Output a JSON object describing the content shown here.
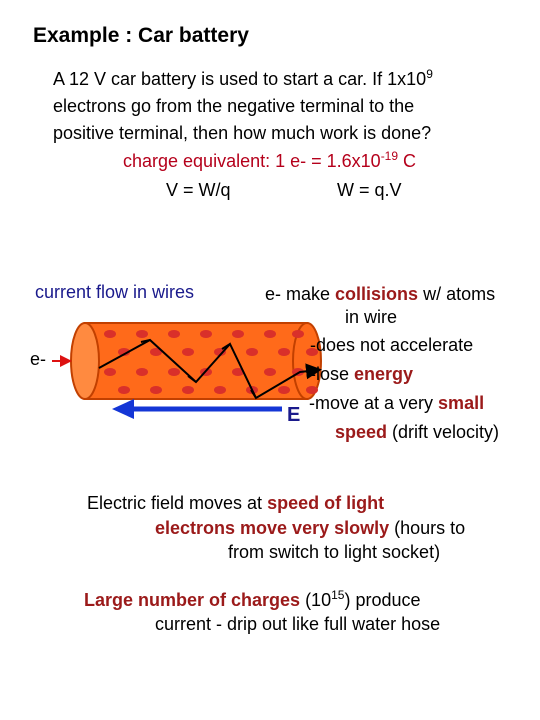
{
  "title": "Example : Car battery",
  "problem": {
    "line1_pre": "A 12 V car battery is used to start a car. If 1x10",
    "line1_exp": "9",
    "line2": "electrons go from the negative terminal to the",
    "line3": "positive terminal, then how much work is done?",
    "charge_pre": "charge equivalent: 1 e- = 1.6x10",
    "charge_exp": "-19",
    "charge_unit": " C",
    "formula_v": "V = W/q",
    "formula_w": "W = q.V"
  },
  "diagram": {
    "current_label": "current flow in wires",
    "electron_label": "e-",
    "field_label": "E",
    "colors": {
      "wire": "#ff6a1a",
      "wire_edge": "#c24000",
      "dot": "#d9302a",
      "field_arrow": "#1436d6"
    }
  },
  "notes": {
    "l1_a": "e- make ",
    "l1_b": "collisions",
    "l1_c": " w/ atoms",
    "l2": "in wire",
    "l3": "-does not accelerate",
    "l4_a": "-lose ",
    "l4_b": "energy",
    "l5_a": "-move at a very ",
    "l5_b": "small",
    "l6_a": "speed",
    "l6_b": " (drift velocity)"
  },
  "field": {
    "l1_a": "Electric field moves at ",
    "l1_b": "speed of light",
    "l2_a": "electrons move very slowly",
    "l2_b": " (hours to",
    "l3": "from switch to light socket)"
  },
  "charges": {
    "l1_a": "Large number of charges",
    "l1_b": " (10",
    "l1_exp": "15",
    "l1_c": ") produce",
    "l2": "current - drip out like full water hose"
  }
}
